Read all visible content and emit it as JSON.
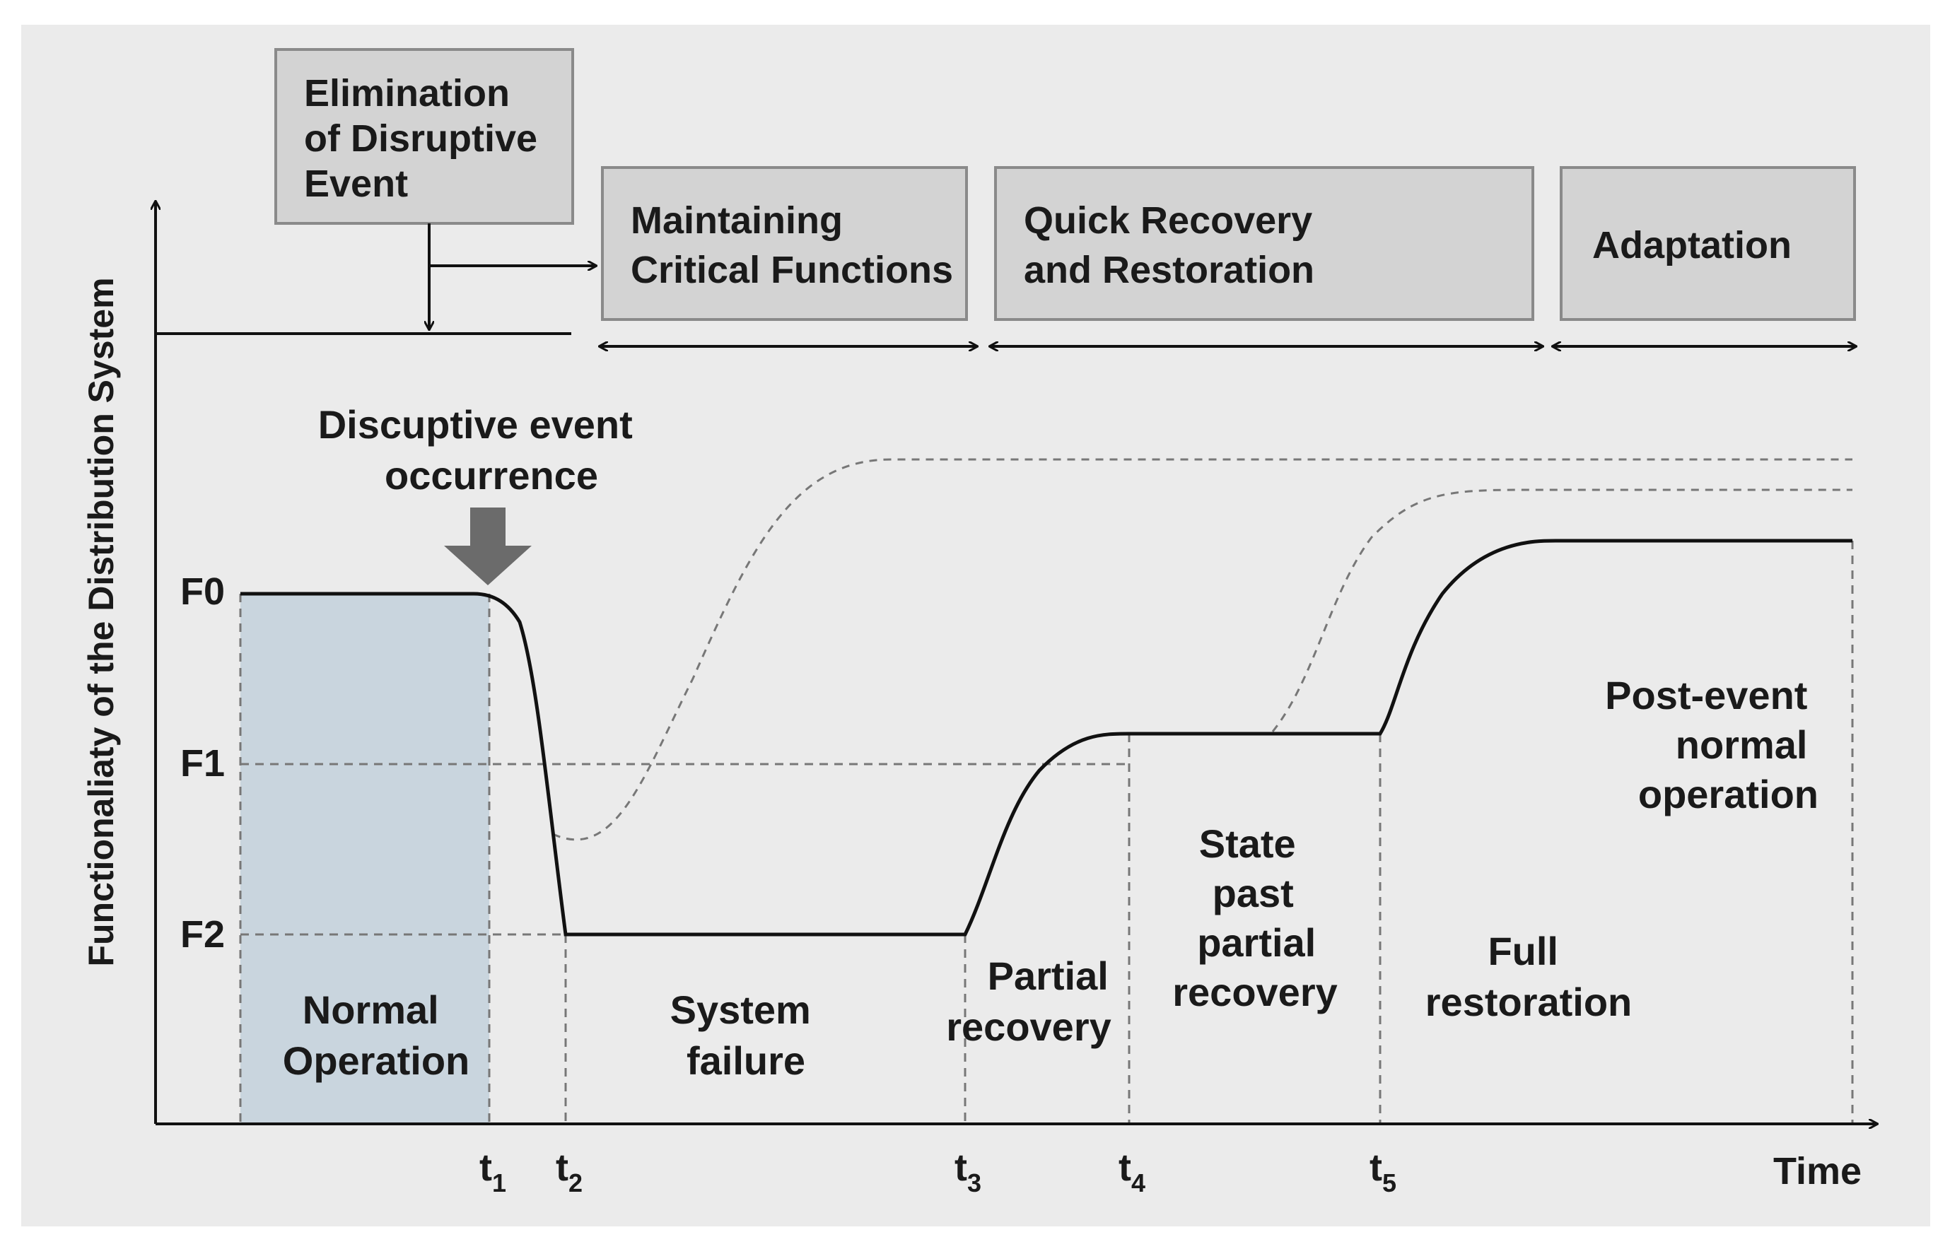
{
  "y_axis_title": "Functionaliaty of the Distribution System",
  "x_axis_title": "Time",
  "levels": {
    "f0": "F0",
    "f1": "F1",
    "f2": "F2"
  },
  "time_marks": {
    "t1": {
      "base": "t",
      "sub": "1"
    },
    "t2": {
      "base": "t",
      "sub": "2"
    },
    "t3": {
      "base": "t",
      "sub": "3"
    },
    "t4": {
      "base": "t",
      "sub": "4"
    },
    "t5": {
      "base": "t",
      "sub": "5"
    }
  },
  "phase_boxes": {
    "elimination": [
      "Elimination",
      "of Disruptive",
      "Event"
    ],
    "maintaining": [
      "Maintaining",
      "Critical Functions"
    ],
    "recovery": [
      "Quick Recovery",
      "and Restoration"
    ],
    "adaptation": [
      "Adaptation"
    ]
  },
  "event_label": [
    "Discuptive event",
    "occurrence"
  ],
  "stage_labels": {
    "normal": [
      "Normal",
      "Operation"
    ],
    "failure": [
      "System",
      "failure"
    ],
    "partial": [
      "Partial",
      "recovery"
    ],
    "state_past": [
      "State",
      "past",
      "partial",
      "recovery"
    ],
    "full": [
      "Full",
      "restoration"
    ],
    "post": [
      "Post-event",
      "normal",
      "operation"
    ]
  },
  "colors": {
    "page_background": "#ebebeb",
    "box_fill": "#d3d3d3",
    "box_stroke": "#8a8a8a",
    "normal_shade": "#c9d5de",
    "line": "#111111",
    "dashed": "#777777",
    "event_arrow": "#6b6b6b"
  }
}
